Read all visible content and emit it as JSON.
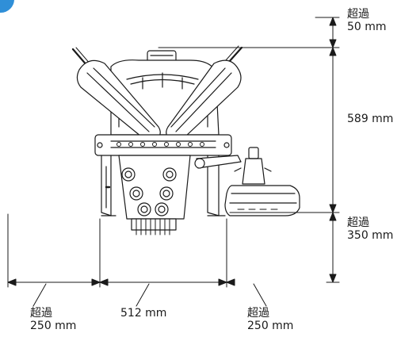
{
  "dimensions": {
    "top_clearance": {
      "line1": "超過",
      "line2": "50 mm"
    },
    "height": {
      "line1": "589 mm"
    },
    "rear_clearance": {
      "line1": "超過",
      "line2": "350 mm"
    },
    "left_clearance": {
      "line1": "超過",
      "line2": "250 mm"
    },
    "width": {
      "line1": "512 mm"
    },
    "right_clearance": {
      "line1": "超過",
      "line2": "250 mm"
    }
  },
  "colors": {
    "stroke": "#1a1a1a",
    "corner_badge": "#2f8fd8"
  }
}
